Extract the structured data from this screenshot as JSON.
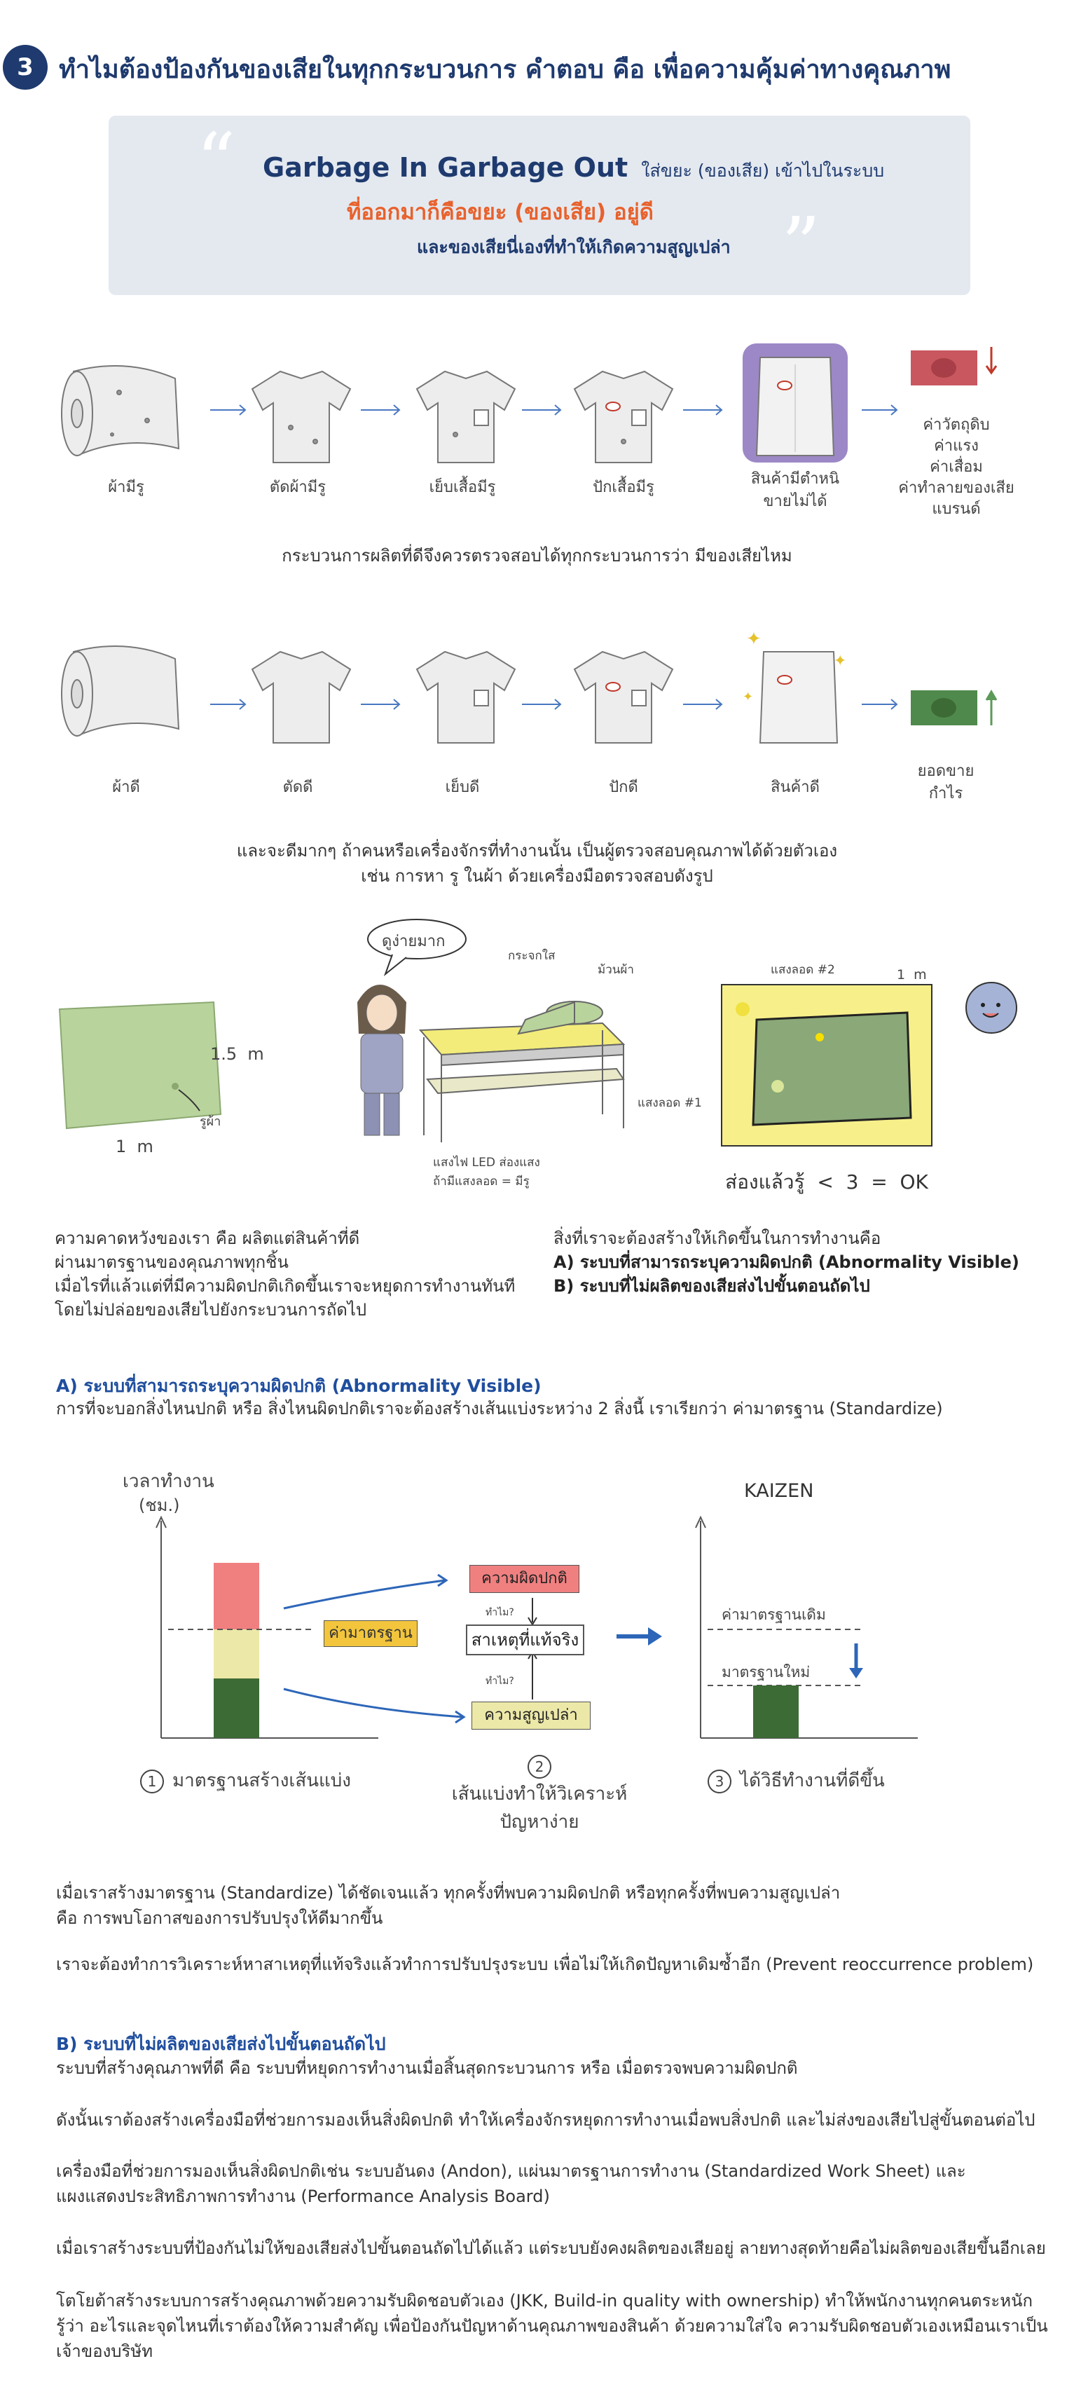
{
  "header": {
    "number": "3",
    "title": "ทำไมต้องป้องกันของเสียในทุกกระบวนการ คำตอบ คือ เพื่อความคุ้มค่าทางคุณภาพ"
  },
  "quote": {
    "en": "Garbage In Garbage Out",
    "line1_rest": "ใส่ขยะ (ของเสีย) เข้าไปในระบบ",
    "line2_a": "ที่ออกมา",
    "line2_b": "ที่ออกมาก็คือขยะ (ของเสีย) อยู่ดี",
    "line3": "และของเสียนี่เองที่ทำให้เกิดความสูญเปล่า"
  },
  "defect_flow": {
    "steps": [
      "ผ้ามีรู",
      "ตัดผ้ามีรู",
      "เย็บเสื้อมีรู",
      "ปักเสื้อมีรู",
      "สินค้ามีตำหนิ",
      "ขายไม่ได้"
    ],
    "costs": [
      "ค่าวัตถุดิบ",
      "ค่าแรง",
      "ค่าเสื่อม",
      "ค่าทำลายของเสีย",
      "แบรนด์"
    ],
    "caption": "กระบวนการผลิตที่ดีจึงควรตรวจสอบได้ทุกกระบวนการว่า มีของเสียไหม"
  },
  "good_flow": {
    "steps": [
      "ผ้าดี",
      "ตัดดี",
      "เย็บดี",
      "ปักดี",
      "สินค้าดี"
    ],
    "result": [
      "ยอดขาย",
      "กำไร"
    ],
    "caption1": "และจะดีมากๆ ถ้าคนหรือเครื่องจักรที่ทำงานนั้น เป็นผู้ตรวจสอบคุณภาพได้ด้วยตัวเอง",
    "caption2": "เช่น การหา รู ในผ้า ด้วยเครื่องมือตรวจสอบดังรูป"
  },
  "inspection": {
    "dim_w": "1.5  m",
    "dim_h": "1  m",
    "hole_label": "รูผ้า",
    "speech": "ดูง่ายมาก",
    "glass": "กระจกใส",
    "roll": "ม้วนผ้า",
    "led1": "แสงไฟ LED ส่องแสง",
    "led2": "ถ้ามีแสงลอด = มีรู",
    "light2": "แสงลอด #2",
    "light1": "แสงลอด #1",
    "panel_dim": "1  m",
    "ok_text": "ส่องแล้วรู้  <  3  =  OK"
  },
  "expect": {
    "left": [
      "ความคาดหวังของเรา คือ ผลิตแต่สินค้าที่ดี",
      "ผ่านมาตรฐานของคุณภาพทุกชิ้น",
      "เมื่อไรที่แล้วแต่ที่มีความผิดปกติเกิดขึ้นเราจะหยุดการทำงานทันที",
      "โดยไม่ปล่อยของเสียไปยังกระบวนการถัดไป"
    ],
    "right_intro": "สิ่งที่เราจะต้องสร้างให้เกิดขึ้นในการทำงานคือ",
    "right_a": "A) ระบบที่สามารถระบุความผิดปกติ (Abnormality Visible)",
    "right_b": "B) ระบบที่ไม่ผลิตของเสียส่งไปขั้นตอนถัดไป"
  },
  "section_a": {
    "title": "A) ระบบที่สามารถระบุความผิดปกติ (Abnormality Visible)",
    "text": "การที่จะบอกสิ่งไหนปกติ หรือ สิ่งไหนผิดปกติเราจะต้องสร้างเส้นแบ่งระหว่าง 2 สิ่งนี้ เราเรียกว่า ค่ามาตรฐาน (Standardize)"
  },
  "diagram": {
    "ylabel1": "เวลาทำงาน",
    "ylabel2": "(ชม.)",
    "standard": "ค่ามาตรฐาน",
    "abnormal": "ความผิดปกติ",
    "why1": "ทำไม?",
    "root_cause": "สาเหตุที่แท้จริง",
    "why2": "ทำไม?",
    "waste": "ความสูญเปล่า",
    "kaizen": "KAIZEN",
    "old_std": "ค่ามาตรฐานเดิม",
    "new_std": "มาตรฐานใหม่",
    "step1_num": "1",
    "step1": "มาตรฐานสร้างเส้นแบ่ง",
    "step2_num": "2",
    "step2a": "เส้นแบ่งทำให้วิเคราะห์",
    "step2b": "ปัญหาง่าย",
    "step3_num": "3",
    "step3": "ได้วิธีทำงานที่ดีขึ้น"
  },
  "para_a1": "เมื่อเราสร้างมาตรฐาน (Standardize) ได้ชัดเจนแล้ว ทุกครั้งที่พบความผิดปกติ หรือทุกครั้งที่พบความสูญเปล่า",
  "para_a2": "คือ การพบโอกาสของการปรับปรุงให้ดีมากขึ้น",
  "para_a3": "เราจะต้องทำการวิเคราะห์หาสาเหตุที่แท้จริงแล้วทำการปรับปรุงระบบ เพื่อไม่ให้เกิดปัญหาเดิมซ้ำอีก (Prevent reoccurrence problem)",
  "section_b": {
    "title": "B) ระบบที่ไม่ผลิตของเสียส่งไปขั้นตอนถัดไป",
    "p1": "ระบบที่สร้างคุณภาพที่ดี คือ ระบบที่หยุดการทำงานเมื่อสิ้นสุดกระบวนการ หรือ เมื่อตรวจพบความผิดปกติ",
    "p2": "ดังนั้นเราต้องสร้างเครื่องมือที่ช่วยการมองเห็นสิ่งผิดปกติ ทำให้เครื่องจักรหยุดการทำงานเมื่อพบสิ่งปกติ และไม่ส่งของเสียไปสู่ขั้นตอนต่อไป",
    "p3a": "เครื่องมือที่ช่วยการมองเห็นสิ่งผิดปกติเช่น ระบบอันดง (Andon), แผ่นมาตรฐานการทำงาน (Standardized Work Sheet) และ",
    "p3b": "แผงแสดงประสิทธิภาพการทำงาน (Performance Analysis Board)",
    "p4": "เมื่อเราสร้างระบบที่ป้องกันไม่ให้ของเสียส่งไปขั้นตอนถัดไปได้แล้ว แต่ระบบยังคงผลิตของเสียอยู่ ลายทางสุดท้ายคือไม่ผลิตของเสียขึ้นอีกเลย",
    "p5a": "โตโยต้าสร้างระบบการสร้างคุณภาพด้วยความรับผิดชอบตัวเอง (JKK, Build-in quality with ownership) ทำให้พนักงานทุกคนตระหนัก",
    "p5b": "รู้ว่า อะไรและจุดไหนที่เราต้องให้ความสำคัญ เพื่อป้องกันปัญหาด้านคุณภาพของสินค้า ด้วยความใส่ใจ ความรับผิดชอบตัวเองเหมือนเราเป็น",
    "p5c": "เจ้าของบริษัท"
  },
  "colors": {
    "navy": "#1e3a6e",
    "orange": "#e8612c",
    "quote_bg": "#e4e9f0",
    "arrow_blue": "#4a78c0",
    "bar_red": "#f08080",
    "bar_yellow": "#ece8a8",
    "bar_green": "#3d6b35",
    "std_yellow": "#f2c53d"
  }
}
